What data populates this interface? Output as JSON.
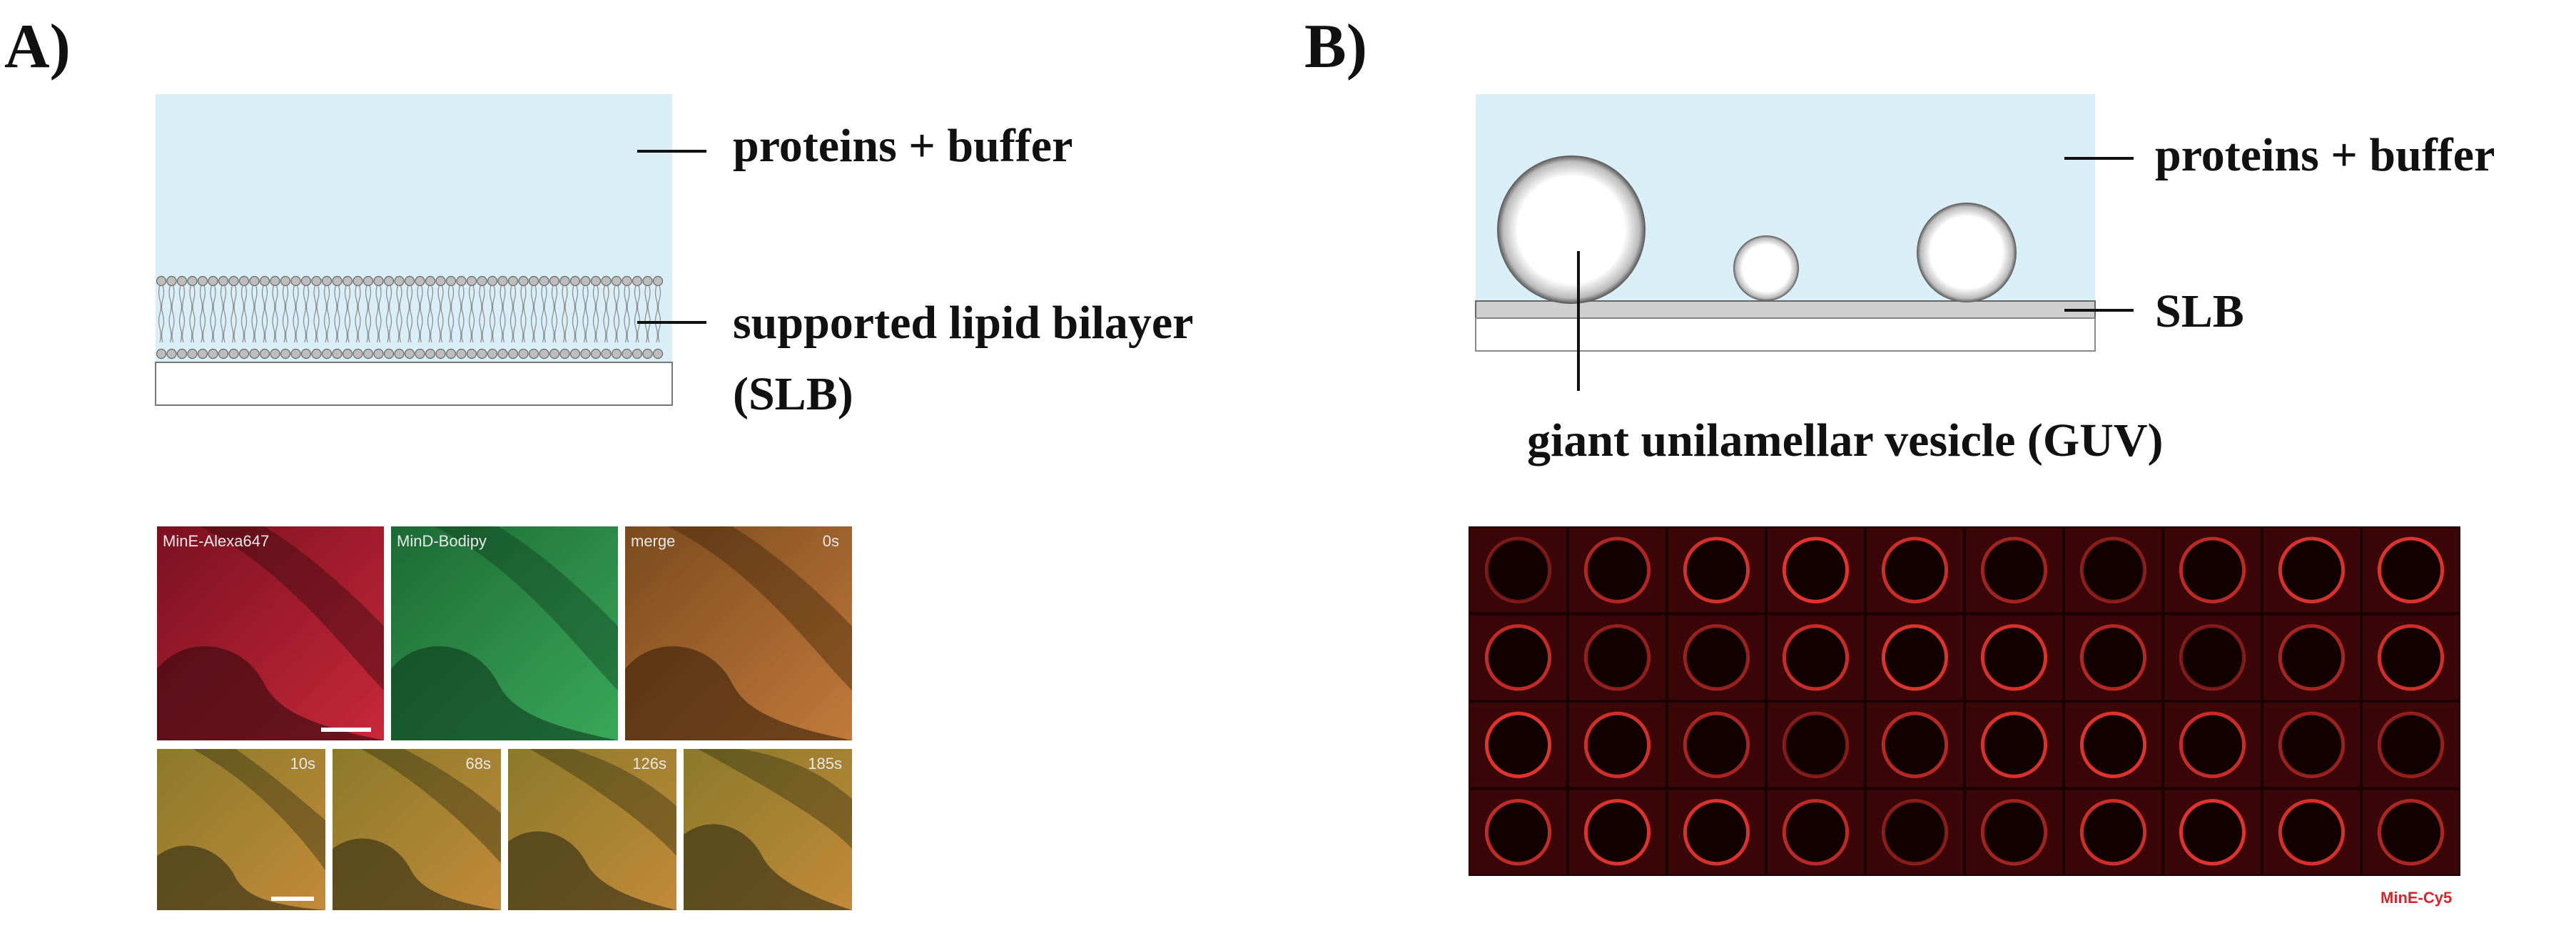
{
  "panel_a": {
    "label": "A)",
    "annotation_buffer": "proteins + buffer",
    "annotation_slb_line1": "supported lipid bilayer",
    "annotation_slb_line2": "(SLB)",
    "micrograph": {
      "top_row": [
        "MinE-Alexa647",
        "MinD-Bodipy",
        "merge"
      ],
      "top_time": "0s",
      "bottom_times": [
        "10s",
        "68s",
        "126s",
        "185s"
      ],
      "colors": {
        "red": "#b3202c",
        "green": "#2e9a4c",
        "merge": "#a86a34"
      }
    }
  },
  "panel_b": {
    "label": "B)",
    "annotation_buffer": "proteins + buffer",
    "annotation_slb": "SLB",
    "annotation_guv": "giant unilamellar vesicle (GUV)",
    "grid_caption": "MinE-Cy5",
    "grid": {
      "rows": 4,
      "cols": 10
    }
  },
  "colors": {
    "buffer": "#d9eef6",
    "substrate": "#ffffff",
    "vesicle_ring": "#e0332e"
  }
}
